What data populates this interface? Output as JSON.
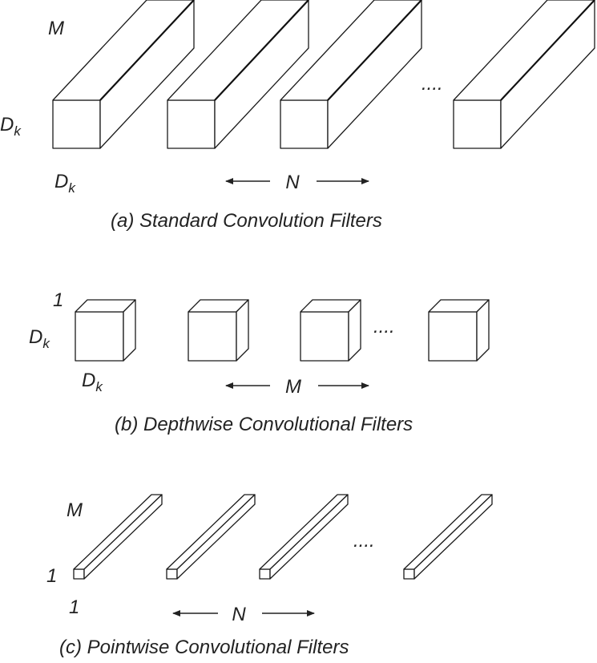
{
  "standard": {
    "depth_label": "M",
    "height_label_main": "D",
    "height_label_sub": "k",
    "width_label_main": "D",
    "width_label_sub": "k",
    "count_label": "N",
    "ellipsis": "....",
    "caption": "(a) Standard Convolution Filters"
  },
  "depthwise": {
    "depth_label": "1",
    "height_label_main": "D",
    "height_label_sub": "k",
    "width_label_main": "D",
    "width_label_sub": "k",
    "count_label": "M",
    "ellipsis": "....",
    "caption": "(b) Depthwise Convolutional Filters"
  },
  "pointwise": {
    "depth_label": "M",
    "height_label": "1",
    "width_label": "1",
    "count_label": "N",
    "ellipsis": "....",
    "caption": "(c) Pointwise Convolutional Filters"
  },
  "colors": {
    "line": "#1a1a1a",
    "text": "#222222",
    "background": "#ffffff"
  }
}
